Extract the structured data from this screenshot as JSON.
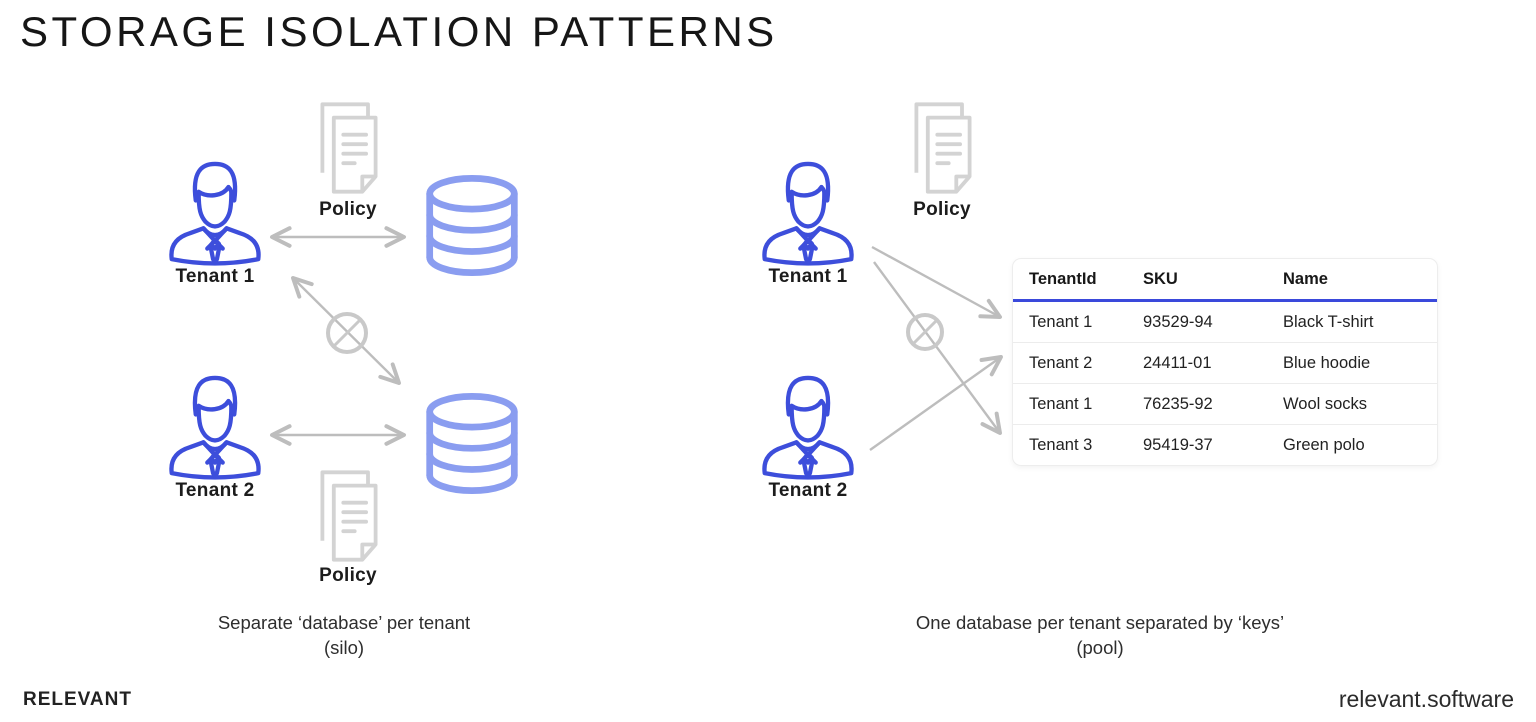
{
  "title": "STORAGE ISOLATION PATTERNS",
  "icons": {
    "person": "person-in-suit-icon",
    "database": "database-cylinder-icon",
    "policy": "policy-documents-icon",
    "prohibition": "crossed-circle-icon",
    "arrow": "gray-connector-arrow"
  },
  "colors": {
    "person_blue": "#3d4edb",
    "database_blue": "#8a9df0",
    "table_header_underline": "#3a49db",
    "arrow_gray": "#bdbdbd",
    "document_gray": "#d3d3d3",
    "text_dark": "#1c1c1c"
  },
  "silo": {
    "tenant1_label": "Tenant 1",
    "tenant2_label": "Tenant 2",
    "policy_top_label": "Policy",
    "policy_bottom_label": "Policy",
    "caption_line1": "Separate ‘database’ per tenant",
    "caption_line2": "(silo)"
  },
  "pool": {
    "tenant1_label": "Tenant 1",
    "tenant2_label": "Tenant 2",
    "policy_label": "Policy",
    "caption_line1": "One database per tenant separated by ‘keys’",
    "caption_line2": "(pool)",
    "table": {
      "headers": [
        "TenantId",
        "SKU",
        "Name"
      ],
      "rows": [
        [
          "Tenant 1",
          "93529-94",
          "Black T-shirt"
        ],
        [
          "Tenant 2",
          "24411-01",
          "Blue hoodie"
        ],
        [
          "Tenant 1",
          "76235-92",
          "Wool socks"
        ],
        [
          "Tenant 3",
          "95419-37",
          "Green polo"
        ]
      ]
    }
  },
  "footer": {
    "brand": "RELEVANT",
    "website": "relevant.software"
  }
}
